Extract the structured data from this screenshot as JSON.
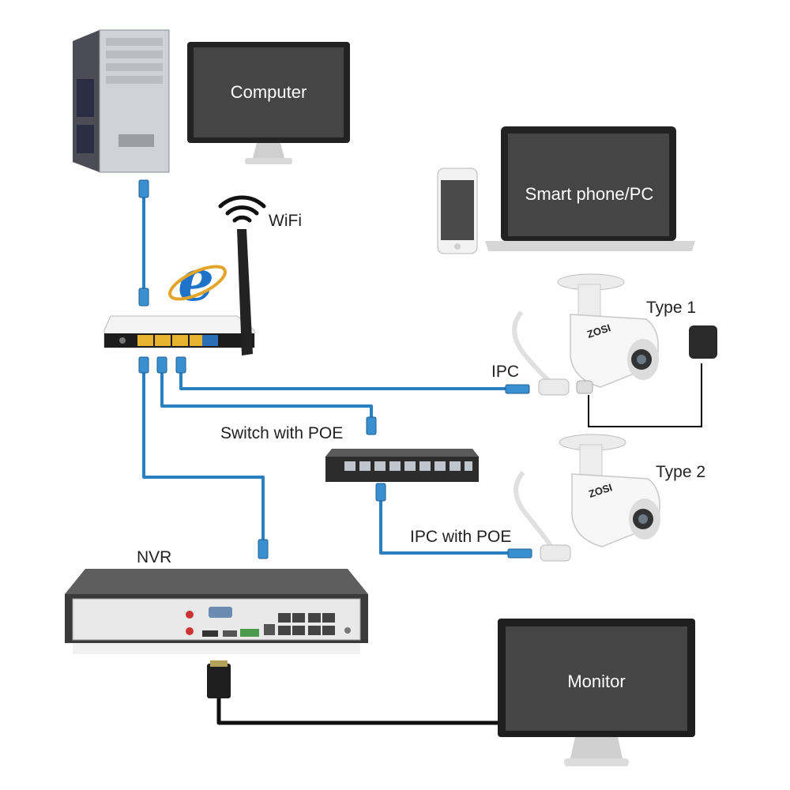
{
  "labels": {
    "computer": "Computer",
    "smartphone_pc": "Smart phone/PC",
    "wifi": "WiFi",
    "ipc": "IPC",
    "switch_poe": "Switch with POE",
    "ipc_poe": "IPC with POE",
    "type1": "Type 1",
    "type2": "Type 2",
    "nvr": "NVR",
    "monitor": "Monitor",
    "brand1": "ZOSI",
    "brand2": "ZOSI"
  },
  "colors": {
    "cable": "#2a7fc1",
    "video_cable": "#111111",
    "router_port": "#e8b32e",
    "wan_port": "#2a6fb5",
    "ie_logo": "#1e73c8"
  },
  "icons": {
    "browser": "internet-explorer-icon",
    "wireless": "wifi-icon"
  }
}
